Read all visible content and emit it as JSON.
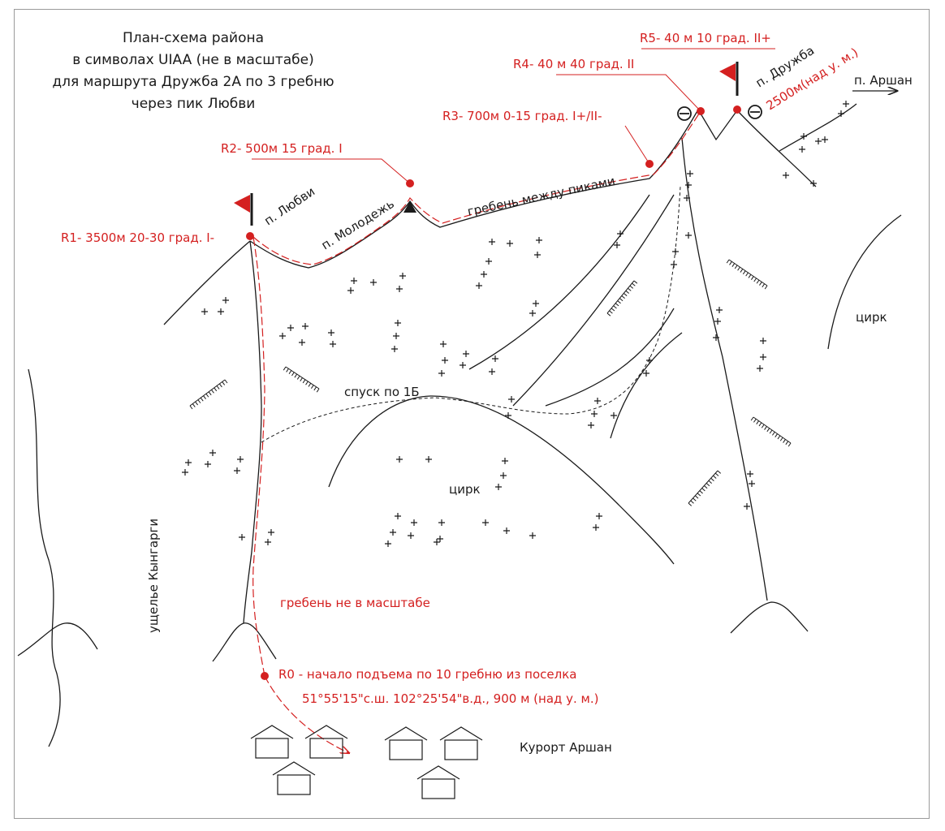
{
  "title": {
    "lines": [
      "План-схема района",
      "в символах UIAA (не в масштабе)",
      "для маршрута Дружба 2А по 3 гребню",
      "через пик Любви"
    ]
  },
  "colors": {
    "route": "#d42020",
    "lines": "#1a1a1a",
    "background": "#ffffff"
  },
  "icons": [
    "summit-flag-icon",
    "peak-triangle-icon",
    "gendarme-icon",
    "house-icon",
    "arrow-icon",
    "scree-icon",
    "rock-band-icon"
  ],
  "peaks": {
    "lyubvi": "п. Любви",
    "molodezh": "п. Молодежь",
    "druzhba": "п. Дружба",
    "druzhba_altitude": "2500м(над у. м.)",
    "arshan": "п. Аршан"
  },
  "labels": {
    "ridge_between": "гребень между пиками",
    "descent": "спуск по 1Б",
    "cirque_center": "цирк",
    "cirque_right": "цирк",
    "gorge": "ущелье Кынгарги",
    "not_to_scale": "гребень не в масштабе",
    "resort": "Курорт Аршан"
  },
  "route_points": {
    "r0_line1": "R0 - начало подъема по 10 гребню из поселка",
    "r0_line2": "51°55'15\"с.ш. 102°25'54\"в.д.,  900 м (над у. м.)",
    "r1": "R1- 3500м 20-30 град. I-",
    "r2": "R2- 500м 15 град. I",
    "r3": "R3- 700м 0-15 град. I+/II-",
    "r4": "R4- 40 м 40 град. II",
    "r5": "R5- 40 м 10 град. II+"
  }
}
